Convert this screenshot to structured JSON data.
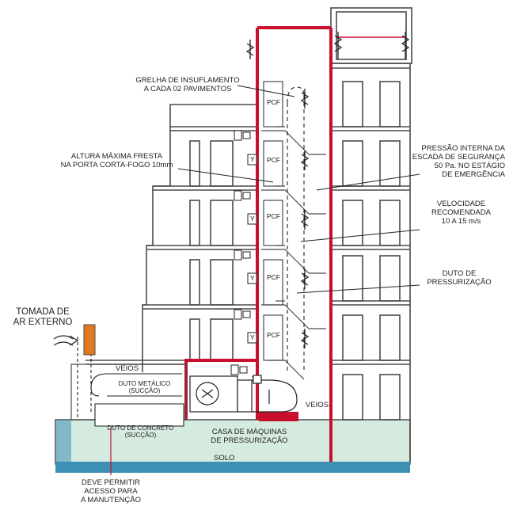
{
  "colors": {
    "red": "#c8102e",
    "ground": "#d6ebe0",
    "base": "#3d8fb3",
    "wall": "#4a4a4a",
    "orange": "#e07a20"
  },
  "labels": {
    "grelha": [
      "GRELHA DE INSUFLAMENTO",
      "A CADA 02 PAVIMENTOS"
    ],
    "altura": [
      "ALTURA MÁXIMA FRESTA",
      "NA PORTA CORTA-FOGO 10mm"
    ],
    "pressao": [
      "PRESSÃO INTERNA DA",
      "ESCADA DE SEGURANÇA",
      "50 Pa. NO ESTÁGIO",
      "DE EMERGÊNCIA"
    ],
    "velocidade": [
      "VELOCIDADE",
      "RECOMENDADA",
      "10 A 15 m/s"
    ],
    "duto_press": [
      "DUTO DE",
      "PRESSURIZAÇÃO"
    ],
    "tomada": [
      "TOMADA DE",
      "AR EXTERNO"
    ],
    "veios_left": "VEIOS",
    "veios_right": "VEIOS",
    "duto_metalico": [
      "DUTO METÁLICO",
      "(SUCÇÃO)"
    ],
    "duto_concreto": [
      "DUTO DE CONCRETO",
      "(SUCÇÃO)"
    ],
    "casa": [
      "CASA DE MÁQUINAS",
      "DE PRESSURIZAÇÃO"
    ],
    "solo": "SOLO",
    "deve": [
      "DEVE PERMITIR",
      "ACESSO PARA",
      "A MANUTENÇÃO"
    ],
    "pcf": "PCF",
    "y": "Y"
  }
}
